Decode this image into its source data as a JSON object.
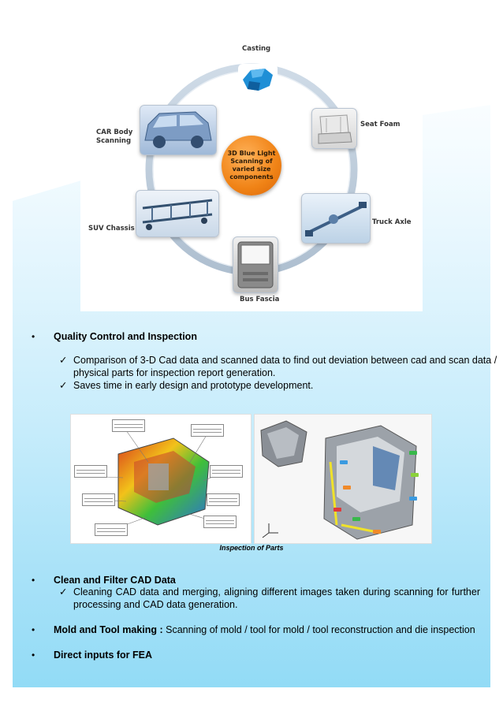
{
  "diagram": {
    "center_label": "3D Blue Light\nScanning of\nvaried size\ncomponents",
    "nodes": {
      "casting": "Casting",
      "seat_foam": "Seat Foam",
      "truck_axle": "Truck Axle",
      "bus_fascia": "Bus Fascia",
      "suv_chassis": "SUV Chassis",
      "car_body": "CAR Body\nScanning"
    }
  },
  "sections": {
    "quality": {
      "title": "Quality Control and Inspection",
      "points": [
        "Comparison of 3-D Cad data and scanned data to find out deviation between cad and scan data /",
        "physical parts for inspection report generation.",
        "Saves time in early design and prototype development."
      ]
    },
    "figure_caption": "Inspection of Parts",
    "clean": {
      "title": "Clean and Filter CAD Data",
      "points": [
        "Cleaning CAD data and merging, aligning different images taken during scanning for further",
        "processing and CAD data generation."
      ]
    },
    "mold": {
      "title": "Mold and Tool making :",
      "text": " Scanning of mold / tool for mold / tool reconstruction and die inspection"
    },
    "fea": {
      "title": "Direct inputs for FEA"
    }
  },
  "symbols": {
    "bullet": "•",
    "check": "✓"
  }
}
